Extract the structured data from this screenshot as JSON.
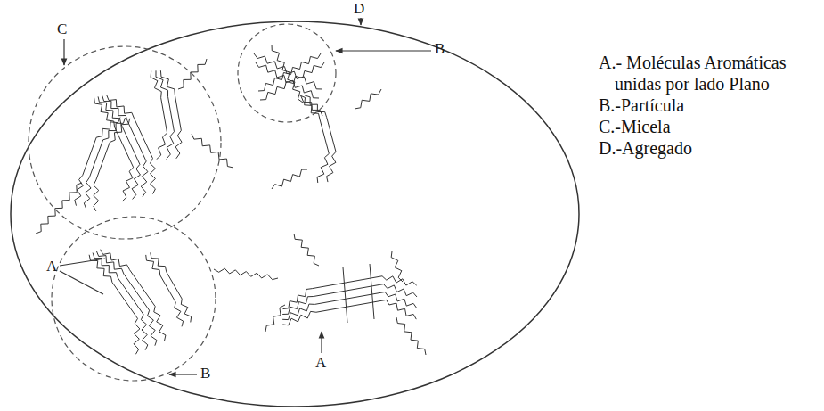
{
  "diagram": {
    "labels": [
      "D",
      "C",
      "B",
      "B",
      "A",
      "A",
      "A.- Moléculas Aromáticas unidas por lado Plano",
      "B.-Partícula",
      "C.-Micela",
      "D.-Agregado"
    ]
  }
}
